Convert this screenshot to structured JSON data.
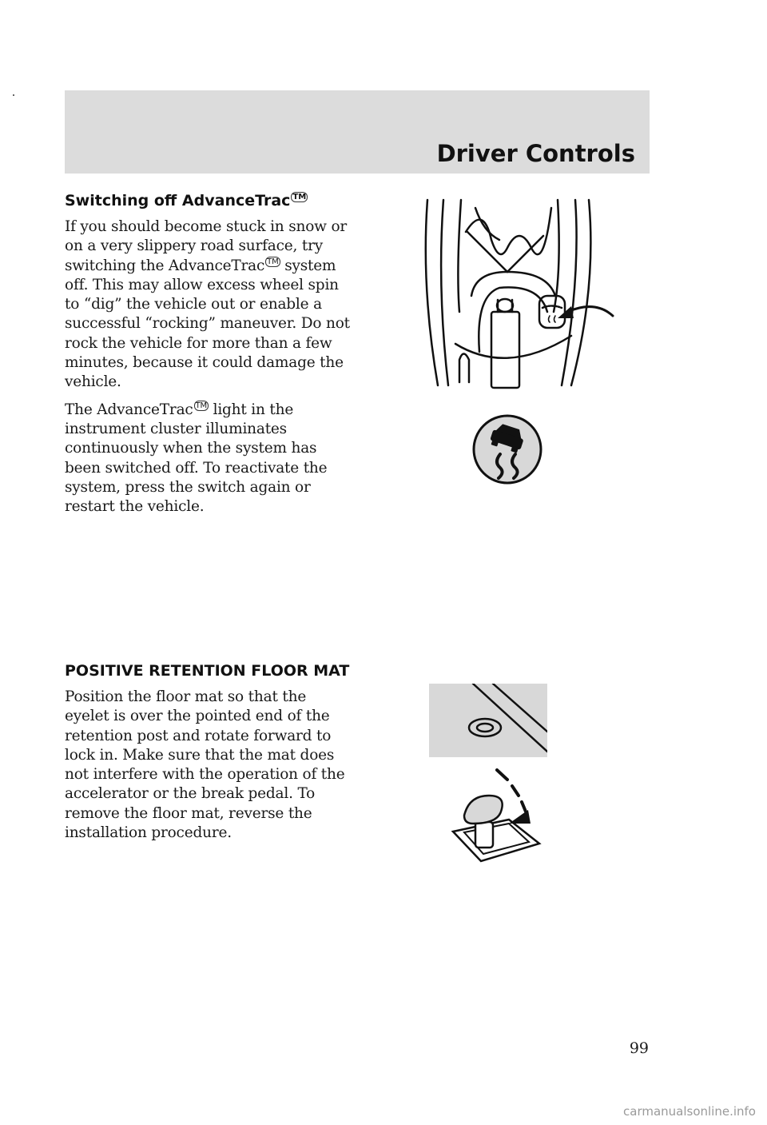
{
  "header": {
    "title": "Driver Controls"
  },
  "section1": {
    "heading": "Switching off AdvanceTrac",
    "para1": {
      "part1": "If you should become stuck in snow or on a very slippery road surface, try switching the AdvanceTrac",
      "part2": " system off. This may allow excess wheel spin to “dig” the vehicle out or enable a successful “rocking” maneuver. Do not rock the vehicle for more than a few minutes, because it could damage the vehicle."
    },
    "para2": {
      "part1": "The AdvanceTrac",
      "part2": " light in the instrument cluster illuminates continuously when the system has been switched off. To reactivate the system, press the switch again or restart the vehicle."
    }
  },
  "section2": {
    "heading": "POSITIVE RETENTION FLOOR MAT",
    "para": "Position the floor mat so that the eyelet is over the pointed end of the retention post and rotate forward to lock in. Make sure that the mat does not interfere with the operation of the accelerator or the break pedal. To remove the floor mat, reverse the installation procedure."
  },
  "tm_symbol": "TM",
  "page_number": "99",
  "footer": {
    "watermark": "carmanualsonline.info"
  },
  "icons": {
    "console": "console-switch-illustration",
    "warning": "advancetrac-warning-light-icon",
    "floormat": "floor-mat-retention-illustration"
  }
}
